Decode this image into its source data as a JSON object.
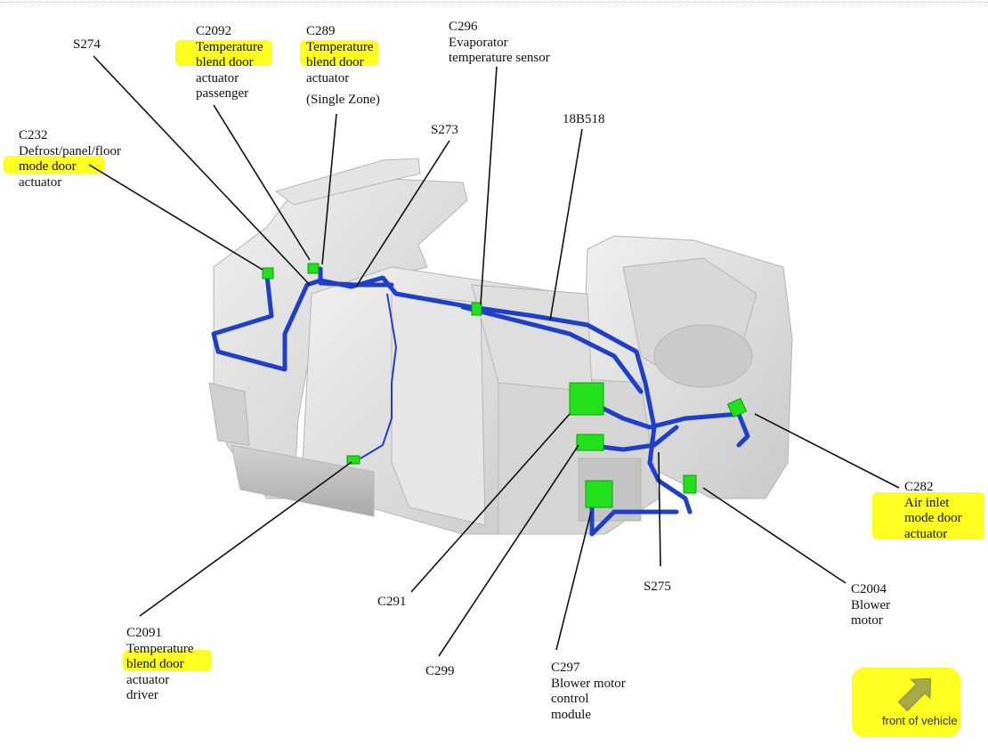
{
  "colors": {
    "highlight": "#ffff22",
    "wire": "#1f3fc8",
    "connector": "#22e01a",
    "housing": "#dcdcdc",
    "leader": "#111111"
  },
  "labels": {
    "s274": [
      "S274"
    ],
    "c2092": [
      "C2092",
      "Temperature",
      "blend door",
      "actuator",
      "passenger"
    ],
    "c289": [
      "C289",
      "Temperature",
      "blend door",
      "actuator",
      "",
      "(Single Zone)"
    ],
    "c296": [
      "C296",
      "Evaporator",
      "temperature sensor"
    ],
    "s273": [
      "S273"
    ],
    "c18b518": [
      "18B518"
    ],
    "c232": [
      "C232",
      "Defrost/panel/floor",
      "mode door",
      "actuator"
    ],
    "c282": [
      "C282",
      "Air inlet",
      "mode door",
      "actuator"
    ],
    "c2004": [
      "C2004",
      "Blower",
      "motor"
    ],
    "s275": [
      "S275"
    ],
    "c291": [
      "C291"
    ],
    "c299": [
      "C299"
    ],
    "c297": [
      "C297",
      "Blower motor",
      "control",
      "module"
    ],
    "c2091": [
      "C2091",
      "Temperature",
      "blend door",
      "actuator",
      "driver"
    ]
  },
  "front_of_vehicle": "front of vehicle",
  "arrow_icon": "arrow-up-right-icon"
}
